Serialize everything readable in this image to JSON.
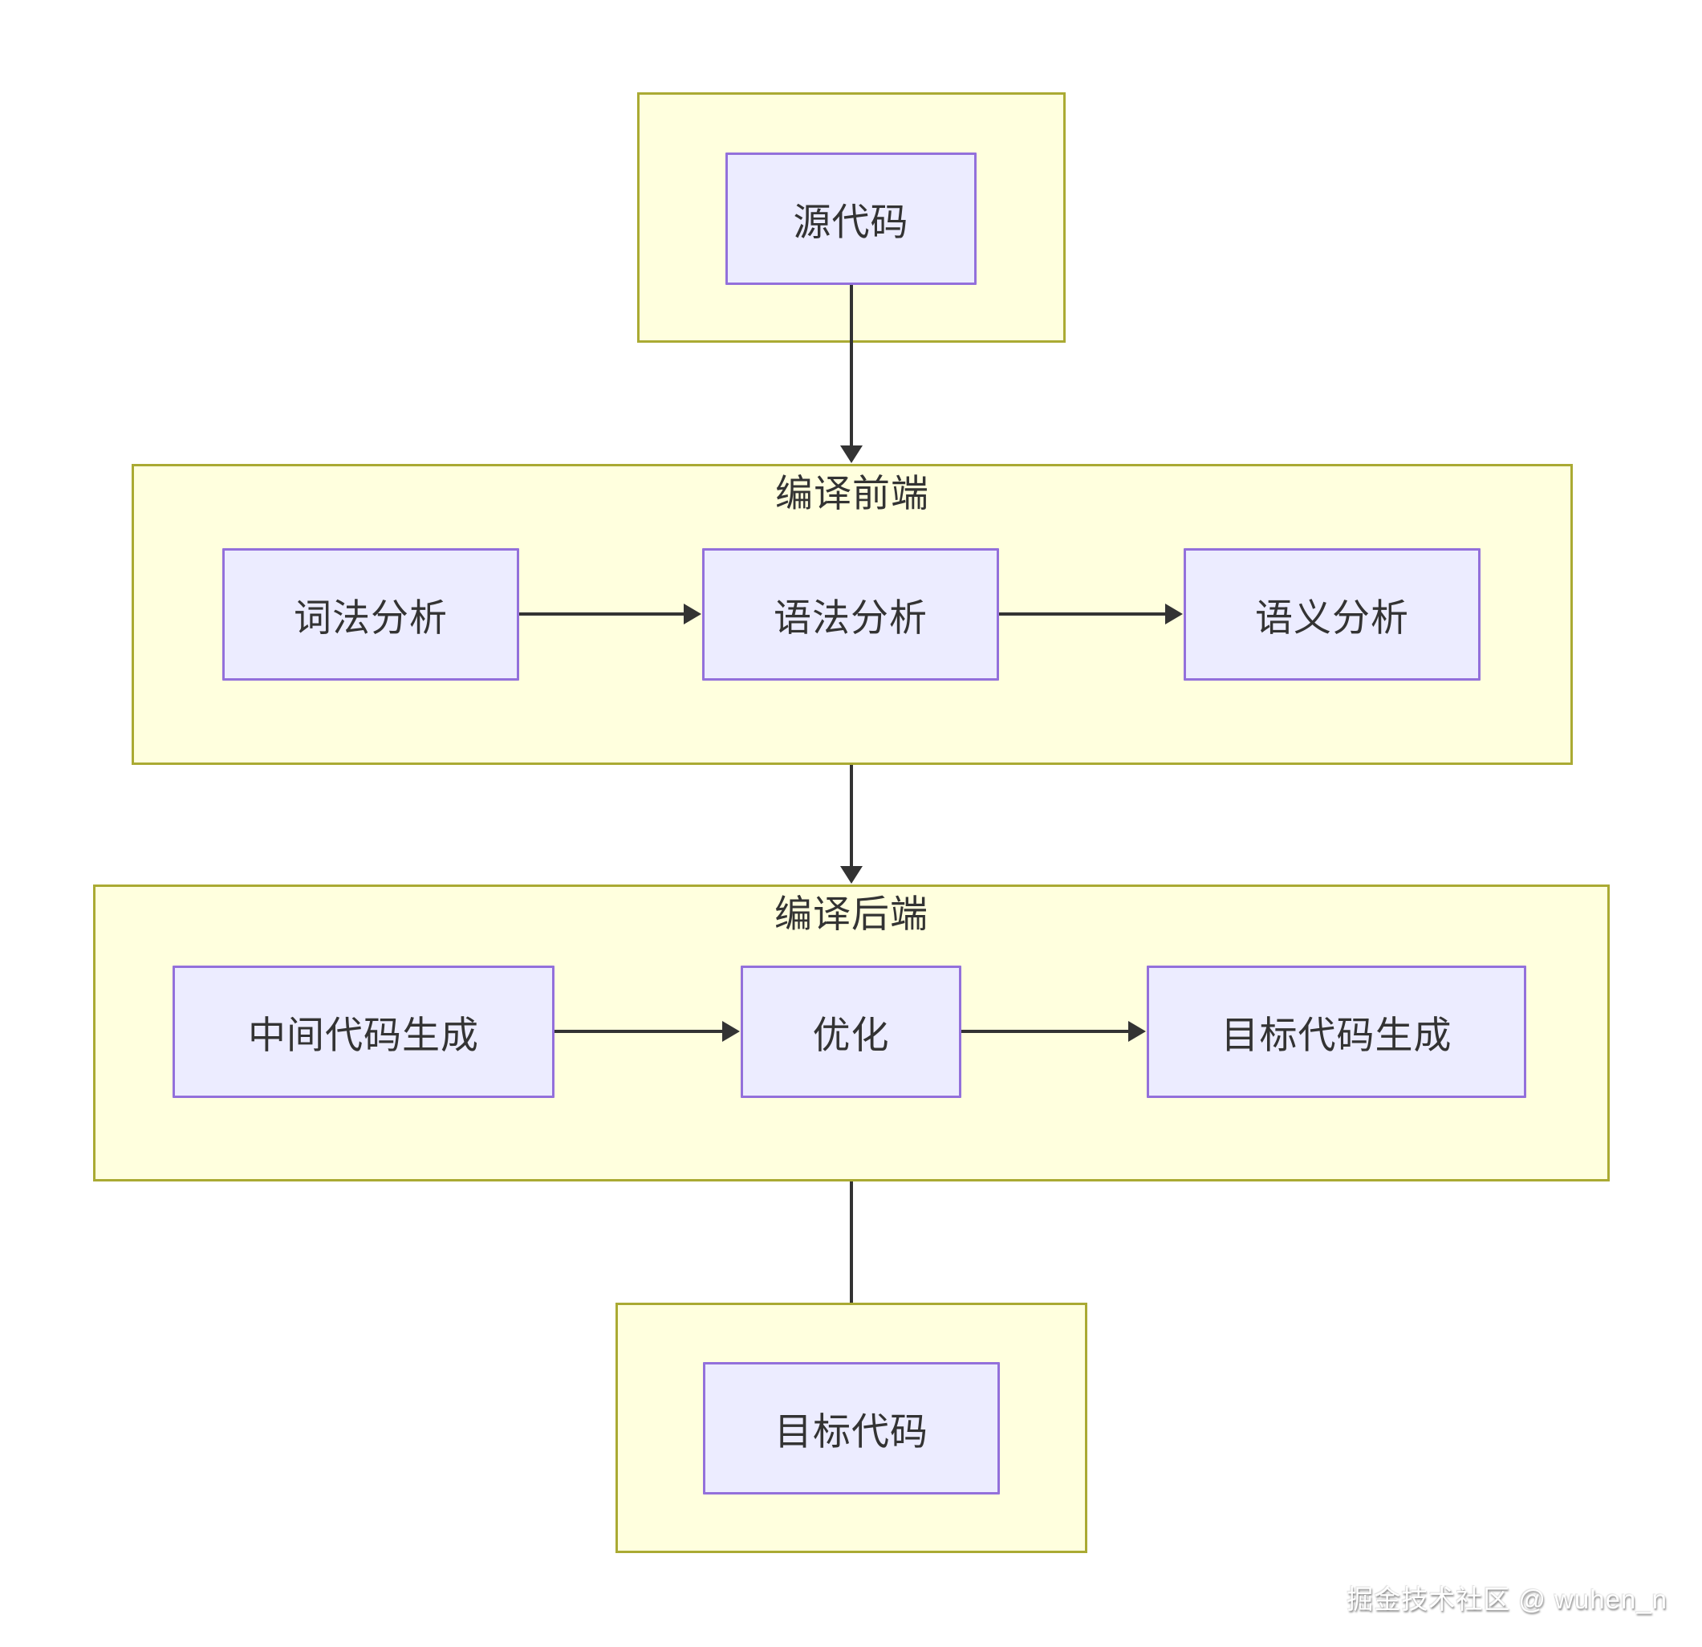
{
  "diagram": {
    "type": "flowchart",
    "direction": "top-to-bottom",
    "source_cluster": {
      "node_label": "源代码"
    },
    "frontend_cluster": {
      "title": "编译前端",
      "nodes": [
        "词法分析",
        "语法分析",
        "语义分析"
      ]
    },
    "backend_cluster": {
      "title": "编译后端",
      "nodes": [
        "中间代码生成",
        "优化",
        "目标代码生成"
      ]
    },
    "target_cluster": {
      "node_label": "目标代码"
    },
    "edges": [
      "源代码 -> 编译前端",
      "词法分析 -> 语法分析",
      "语法分析 -> 语义分析",
      "编译前端 -> 编译后端",
      "中间代码生成 -> 优化",
      "优化 -> 目标代码生成",
      "编译后端 -> 目标代码"
    ],
    "colors": {
      "background": "#ffffff",
      "cluster_fill": "#ffffde",
      "cluster_border": "#aaaa33",
      "node_fill": "#ececff",
      "node_border": "#9370db",
      "edge": "#333333",
      "text": "#333333"
    }
  },
  "watermark": {
    "text": "掘金技术社区 @ wuhen_n"
  }
}
